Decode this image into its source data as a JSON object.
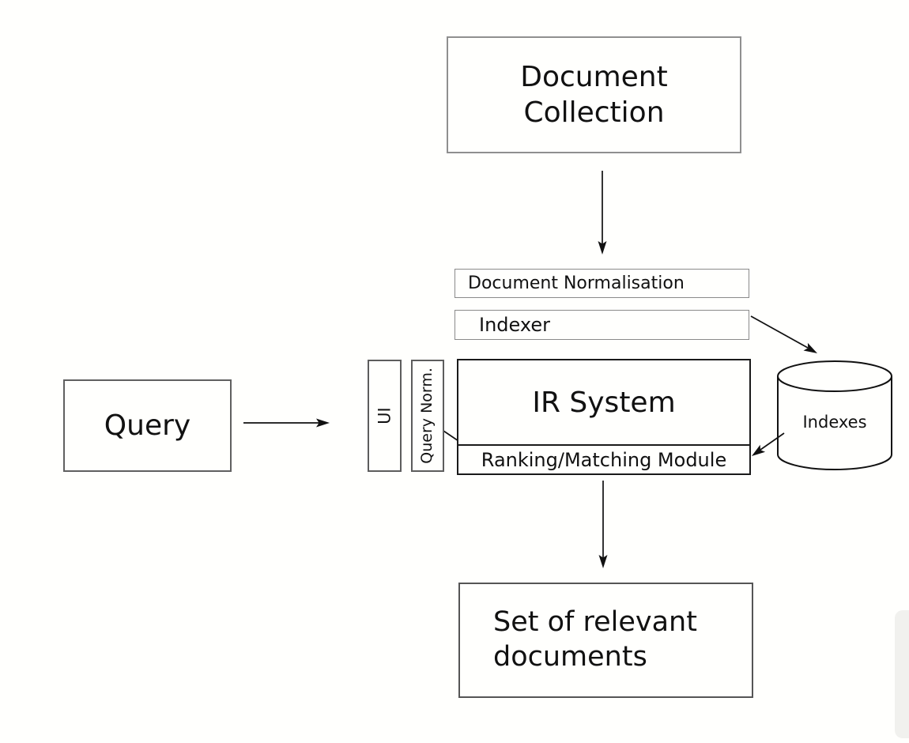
{
  "colors": {
    "background": "#fffffd",
    "ink": "#111111",
    "box_border_dark": "#1a1a1a",
    "box_border_gray": "#8a8a8a"
  },
  "nodes": {
    "document_collection": {
      "lines": [
        "Document",
        "Collection"
      ]
    },
    "document_normalisation": {
      "label": "Document Normalisation"
    },
    "indexer": {
      "label": "Indexer"
    },
    "ui": {
      "label": "UI"
    },
    "query_norm": {
      "label": "Query Norm."
    },
    "ir_system": {
      "label": "IR System"
    },
    "ranking_module": {
      "label": "Ranking/Matching Module"
    },
    "query": {
      "label": "Query"
    },
    "indexes": {
      "label": "Indexes"
    },
    "set_of_relevant_documents": {
      "lines": [
        "Set of relevant",
        "documents"
      ]
    }
  },
  "edges": [
    {
      "from": "document_collection",
      "to": "document_normalisation"
    },
    {
      "from": "indexer",
      "to": "indexes"
    },
    {
      "from": "query",
      "to": "ui"
    },
    {
      "from": "query_norm",
      "to": "ranking_module"
    },
    {
      "from": "indexes",
      "to": "ranking_module"
    },
    {
      "from": "ranking_module",
      "to": "set_of_relevant_documents"
    }
  ]
}
